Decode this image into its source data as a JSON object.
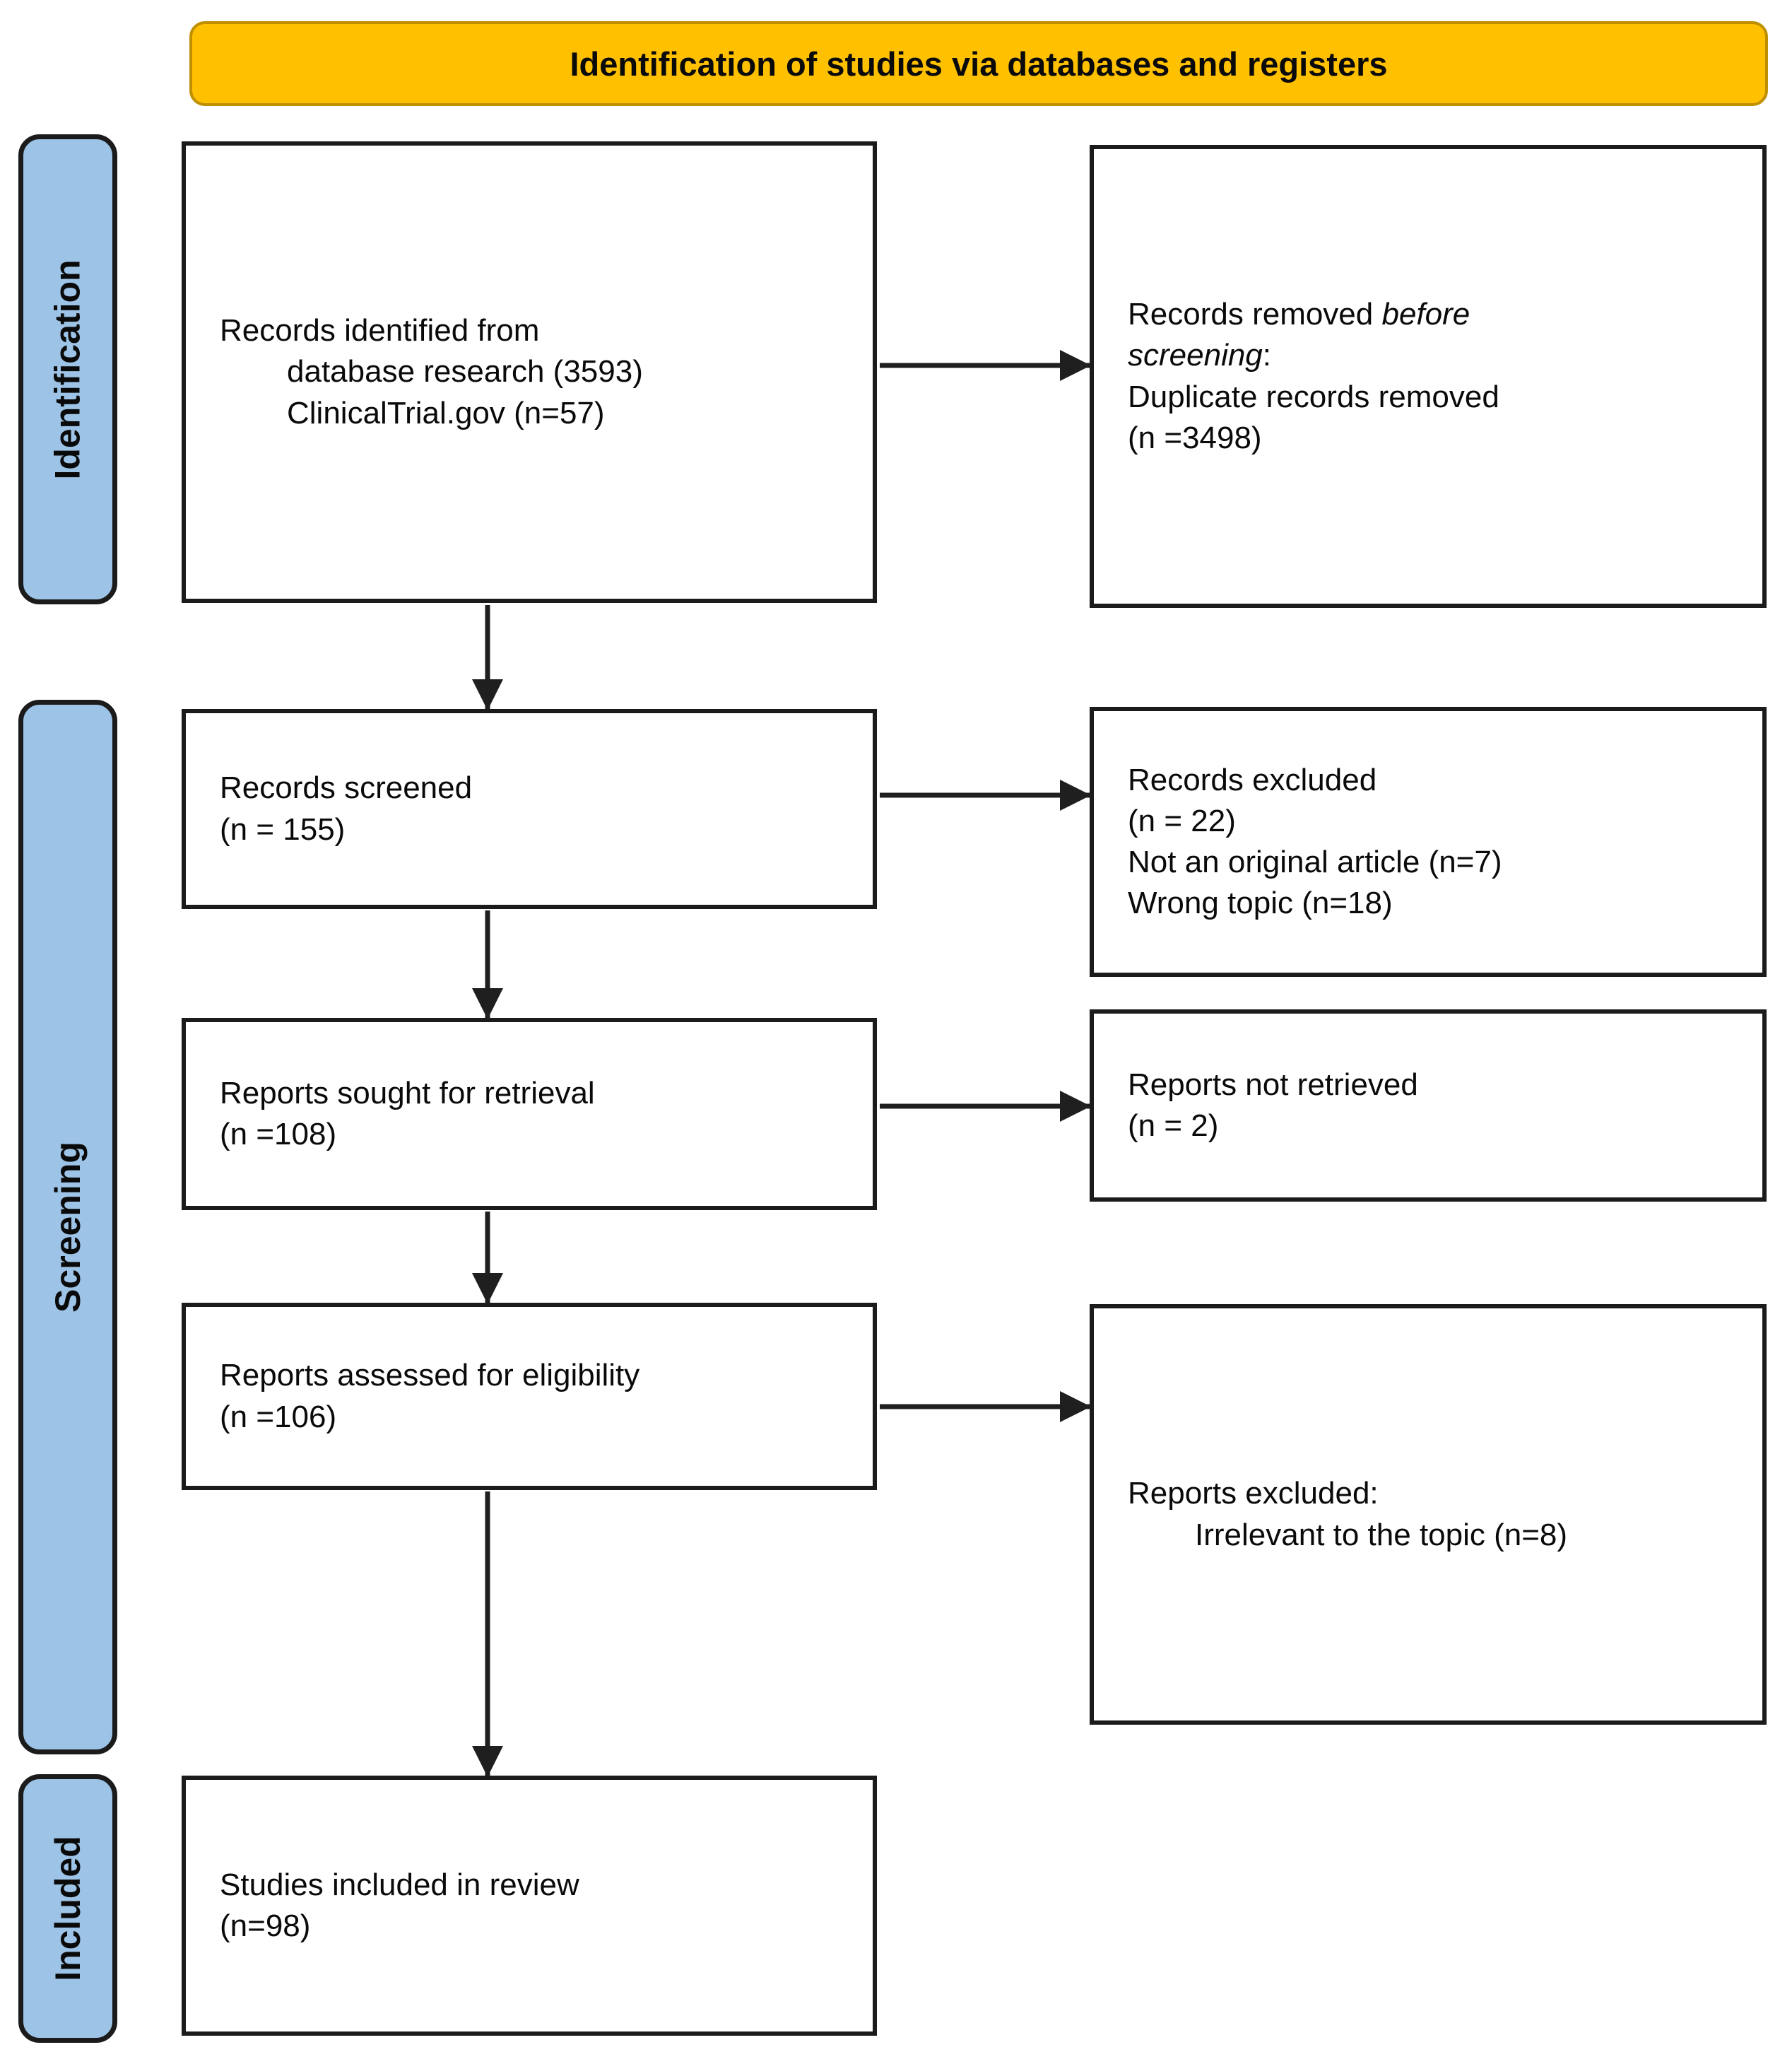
{
  "header": {
    "title": "Identification of studies via databases and registers"
  },
  "colors": {
    "banner_bg": "#FFC000",
    "stage_bg": "#9DC3E6",
    "box_border": "#1b1b1b",
    "text": "#0a0a0a"
  },
  "stages": [
    {
      "label": "Identification"
    },
    {
      "label": "Screening"
    },
    {
      "label": "Included"
    }
  ],
  "boxes": {
    "identified": {
      "lines": [
        "Records identified from",
        "database research (3593)",
        "ClinicalTrial.gov (n=57)"
      ]
    },
    "removed": {
      "line1_normal": "Records removed ",
      "line1_italic": "before",
      "line2_italic": "screening",
      "line2_colon": ":",
      "line3": "Duplicate records removed",
      "line4": "(n =3498)"
    },
    "screened": {
      "lines": [
        "Records screened",
        "(n = 155)"
      ]
    },
    "excluded_records": {
      "lines": [
        "Records excluded",
        "(n = 22)",
        "Not an original article (n=7)",
        "Wrong topic (n=18)"
      ]
    },
    "sought": {
      "lines": [
        "Reports sought for retrieval",
        "(n =108)"
      ]
    },
    "not_retrieved": {
      "lines": [
        "Reports not retrieved",
        "(n = 2)"
      ]
    },
    "assessed": {
      "lines": [
        "Reports assessed for eligibility",
        "(n =106)"
      ]
    },
    "excluded_reports": {
      "line1": "Reports excluded:",
      "line2": "Irrelevant to the topic (n=8)"
    },
    "included": {
      "lines": [
        "Studies included in review",
        "(n=98)"
      ]
    }
  }
}
